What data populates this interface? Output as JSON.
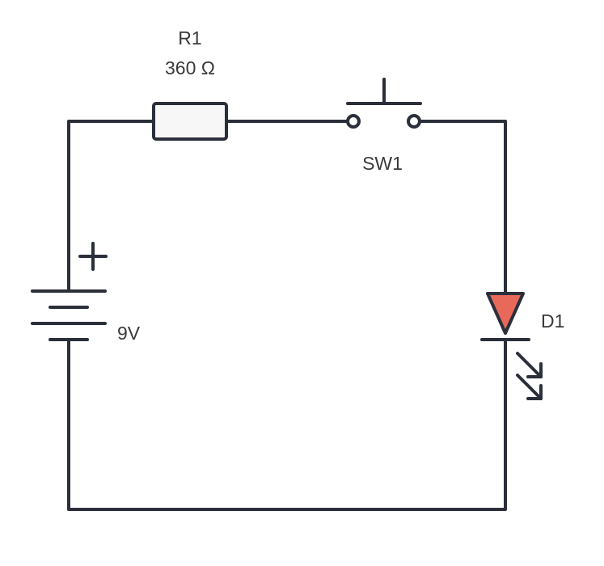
{
  "resistor": {
    "designator": "R1",
    "value": "360 Ω"
  },
  "switch": {
    "designator": "SW1"
  },
  "battery": {
    "voltage": "9V",
    "polarity_symbol": "+"
  },
  "led": {
    "designator": "D1",
    "body_color": "#e8695a"
  },
  "colors": {
    "wire": "#2b2f3a",
    "resistor_fill": "#f7f7f7",
    "text": "#3a3a3a"
  },
  "icons": [
    "resistor-symbol",
    "pushbutton-switch-symbol",
    "battery-symbol",
    "led-symbol",
    "light-emission-arrow-icon"
  ]
}
